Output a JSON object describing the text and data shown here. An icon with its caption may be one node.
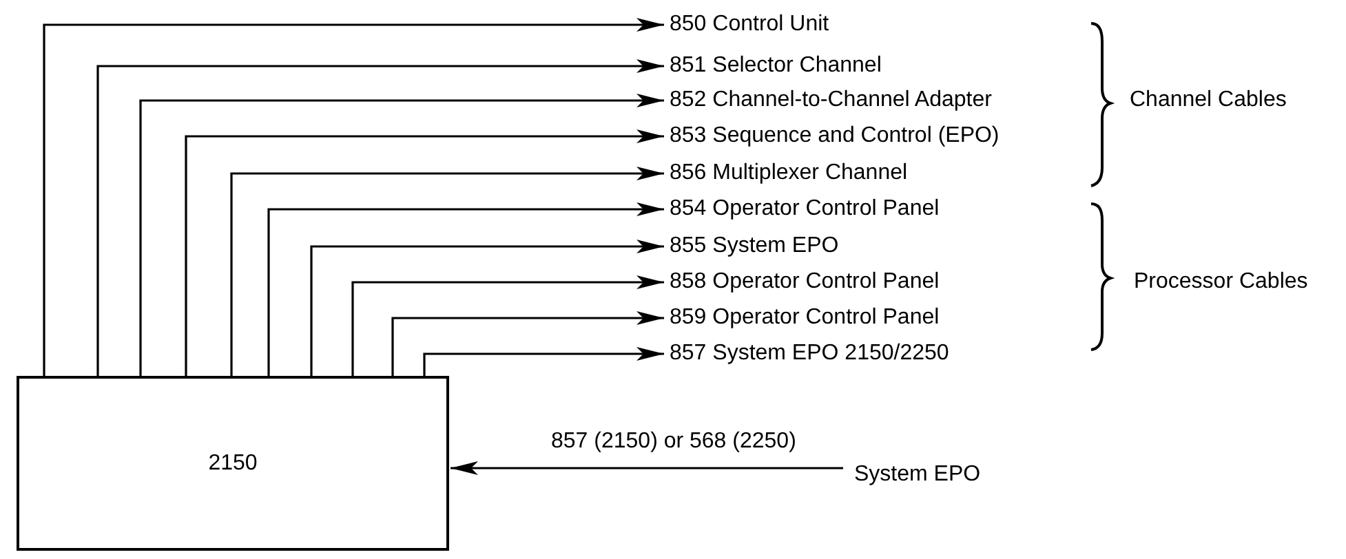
{
  "diagram": {
    "nodes": [
      {
        "text": [
          "2150"
        ]
      },
      {
        "text": [
          "850 Control Unit"
        ]
      },
      {
        "text": [
          "851 Selector Channel"
        ]
      },
      {
        "text": [
          "852 Channel-to-Channel Adapter"
        ]
      },
      {
        "text": [
          "853 Sequence and Control (EPO)"
        ]
      },
      {
        "text": [
          "856 Multiplexer Channel"
        ]
      },
      {
        "text": [
          "854 Operator Control Panel"
        ]
      },
      {
        "text": [
          "855 System EPO"
        ]
      },
      {
        "text": [
          "858 Operator Control Panel"
        ]
      },
      {
        "text": [
          "859 Operator Control Panel"
        ]
      },
      {
        "text": [
          "857 System EPO 2150/2250"
        ]
      },
      {
        "text": [
          "System EPO"
        ]
      }
    ],
    "edges": [
      {
        "from": 0,
        "to": 1,
        "arrow": "to"
      },
      {
        "from": 0,
        "to": 2,
        "arrow": "to"
      },
      {
        "from": 0,
        "to": 3,
        "arrow": "to"
      },
      {
        "from": 0,
        "to": 4,
        "arrow": "to"
      },
      {
        "from": 0,
        "to": 5,
        "arrow": "to"
      },
      {
        "from": 0,
        "to": 6,
        "arrow": "to"
      },
      {
        "from": 0,
        "to": 7,
        "arrow": "to"
      },
      {
        "from": 0,
        "to": 8,
        "arrow": "to"
      },
      {
        "from": 0,
        "to": 9,
        "arrow": "to"
      },
      {
        "from": 0,
        "to": 10,
        "arrow": "to"
      },
      {
        "from": 11,
        "to": 0,
        "arrow": "to",
        "label": "857 (2150) or 568 (2250)"
      }
    ],
    "labels": [
      "Channel Cables",
      "Processor Cables"
    ]
  }
}
